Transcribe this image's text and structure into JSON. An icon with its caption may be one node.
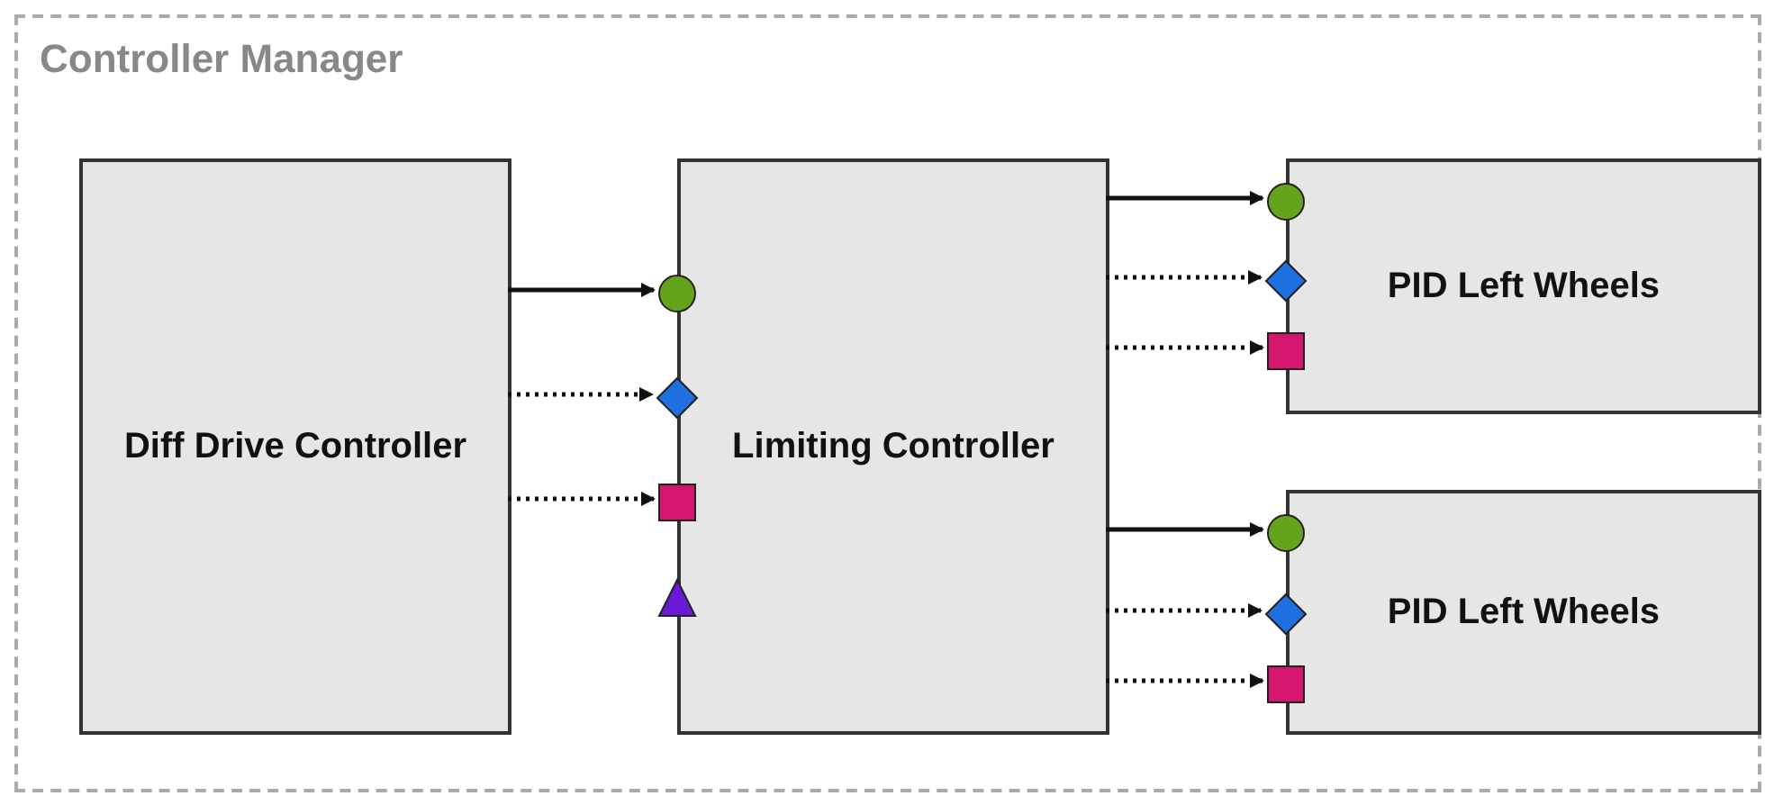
{
  "diagram": {
    "nodes": [
      {
        "text": [
          "Controller Manager"
        ]
      },
      {
        "text": [
          "Diff Drive Controller"
        ],
        "in": 0
      },
      {
        "text": [
          "Limiting Controller"
        ],
        "in": 0
      },
      {
        "text": [],
        "shape": "circle",
        "in": 0
      },
      {
        "text": [],
        "shape": "diamond",
        "in": 0
      },
      {
        "text": [],
        "shape": "box",
        "in": 0
      },
      {
        "text": [],
        "shape": "triangle",
        "in": 0
      },
      {
        "text": [
          "PID Left Wheels"
        ],
        "in": 0
      },
      {
        "text": [],
        "shape": "circle",
        "in": 0
      },
      {
        "text": [],
        "shape": "diamond",
        "in": 0
      },
      {
        "text": [],
        "shape": "box",
        "in": 0
      },
      {
        "text": [
          "PID Left Wheels"
        ],
        "in": 0
      },
      {
        "text": [],
        "shape": "circle",
        "in": 0
      },
      {
        "text": [],
        "shape": "diamond",
        "in": 0
      },
      {
        "text": [],
        "shape": "box",
        "in": 0
      }
    ],
    "edges": [
      {
        "from": 1,
        "to": 3,
        "arrow": "to"
      },
      {
        "from": 1,
        "to": 4,
        "arrow": "to",
        "style": "dashed"
      },
      {
        "from": 1,
        "to": 5,
        "arrow": "to",
        "style": "dashed"
      },
      {
        "from": 2,
        "to": 8,
        "arrow": "to"
      },
      {
        "from": 2,
        "to": 9,
        "arrow": "to",
        "style": "dashed"
      },
      {
        "from": 2,
        "to": 10,
        "arrow": "to",
        "style": "dashed"
      },
      {
        "from": 2,
        "to": 12,
        "arrow": "to"
      },
      {
        "from": 2,
        "to": 13,
        "arrow": "to",
        "style": "dashed"
      },
      {
        "from": 2,
        "to": 14,
        "arrow": "to",
        "style": "dashed"
      }
    ]
  }
}
